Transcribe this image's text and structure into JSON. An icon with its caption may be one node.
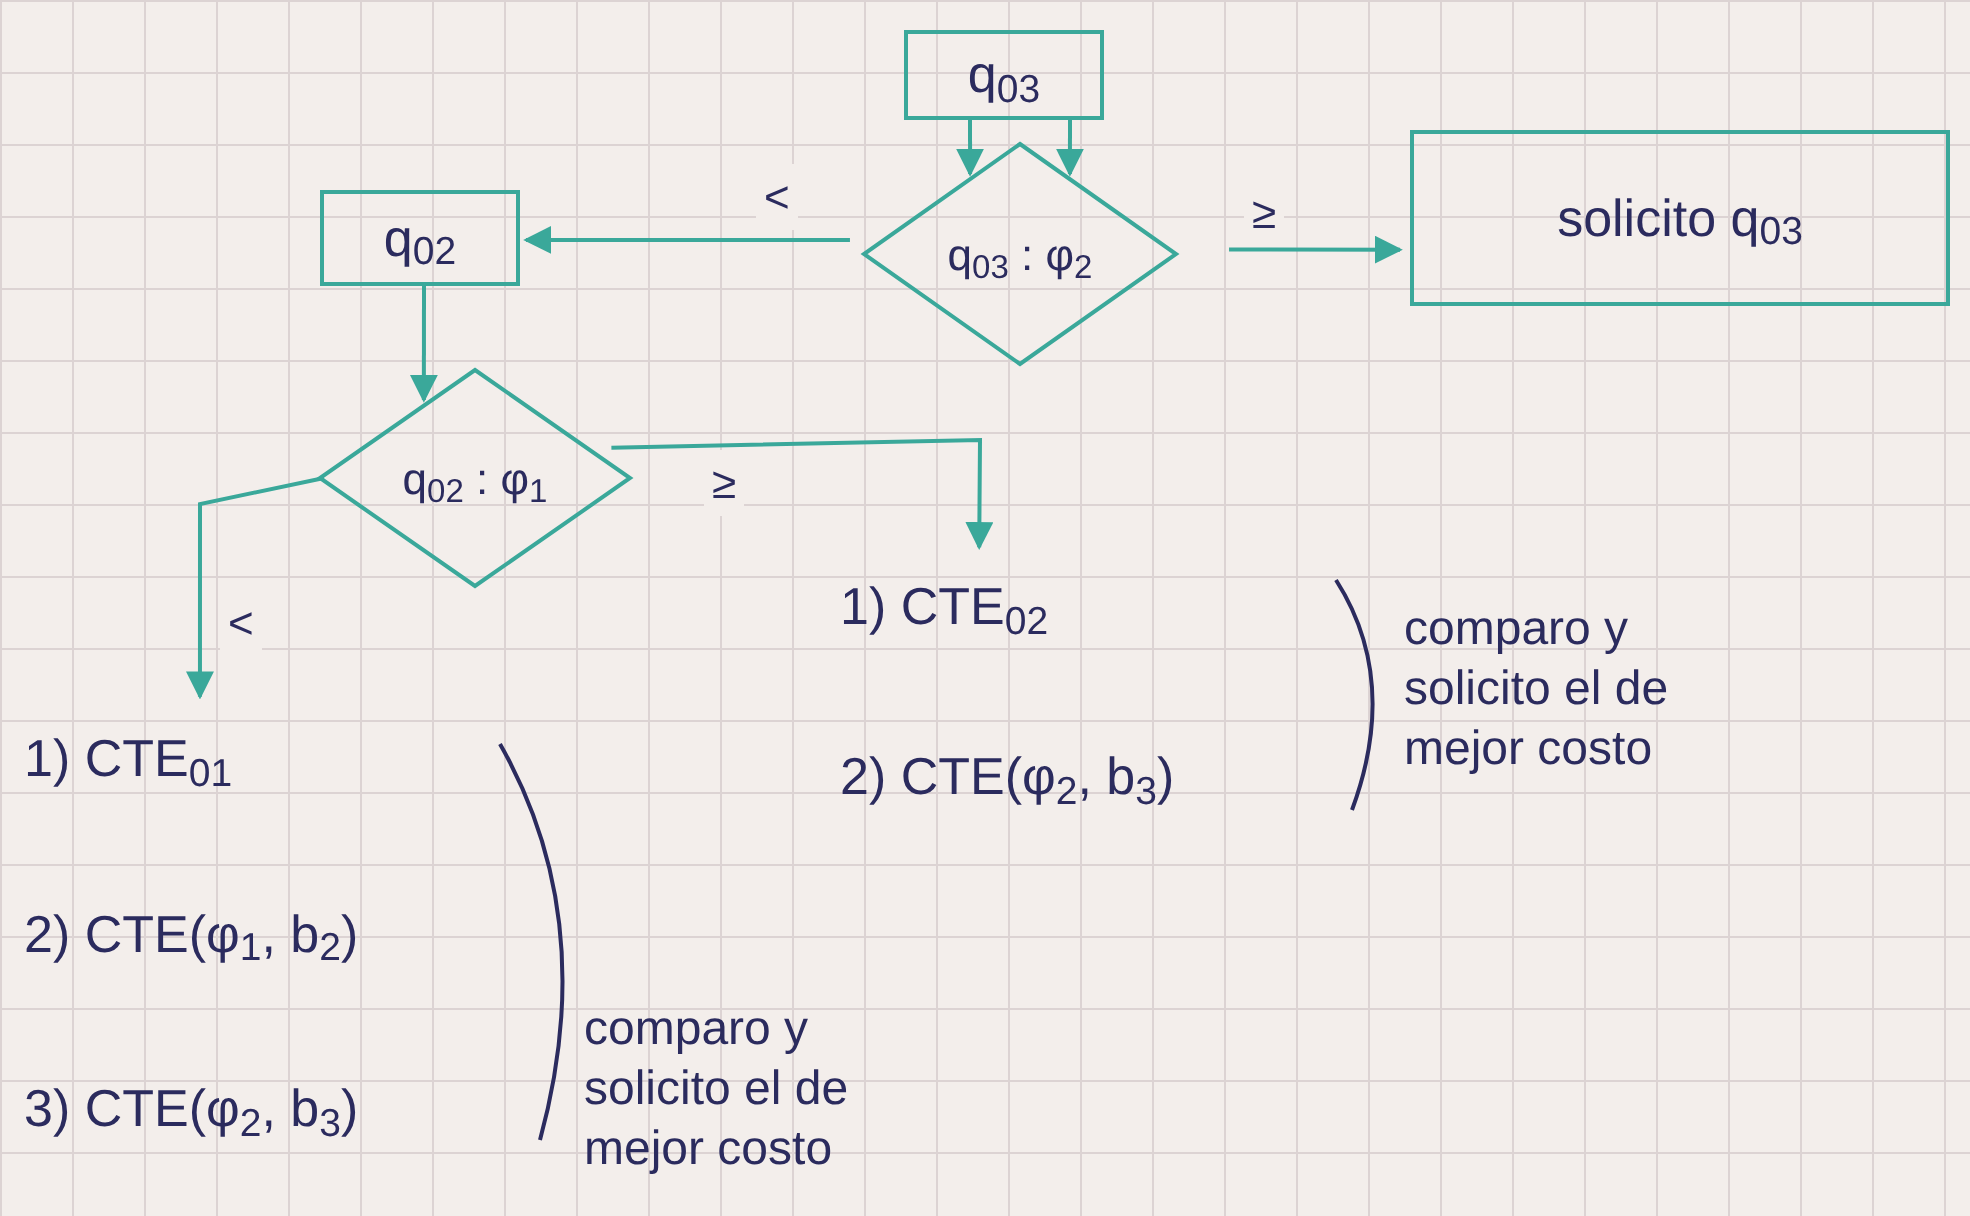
{
  "diagram": {
    "nodes": [
      {
        "text": [
          "q$_{03}$"
        ]
      },
      {
        "text": [
          "q$_{03}$ : φ$_{2}$"
        ]
      },
      {
        "text": [
          "q$_{02}$"
        ]
      },
      {
        "text": [
          "solicito q$_{03}$"
        ]
      },
      {
        "text": [
          "q$_{02}$ : φ$_{1}$"
        ]
      },
      {
        "text": [
          "1) CTE$_{01}$",
          "2) CTE(φ$_{1}$, b$_{2}$)",
          "3) CTE(φ$_{2}$, b$_{3}$)"
        ]
      },
      {
        "text": [
          "1) CTE$_{02}$",
          "2) CTE(φ$_{2}$, b$_{3}$)"
        ]
      }
    ],
    "edges": [
      {
        "from": 0,
        "to": 1,
        "arrow": "to"
      },
      {
        "from": 0,
        "to": 1,
        "arrow": "to"
      },
      {
        "from": 1,
        "to": 2,
        "label": "<",
        "arrow": "to"
      },
      {
        "from": 1,
        "to": 3,
        "label": "≥",
        "arrow": "to"
      },
      {
        "from": 2,
        "to": 4,
        "arrow": "to"
      },
      {
        "from": 4,
        "to": 5,
        "label": "<",
        "arrow": "to"
      },
      {
        "from": 4,
        "to": 6,
        "label": "≥",
        "arrow": "to"
      }
    ],
    "labels": [
      "comparo y solicito el de mejor costo",
      "comparo y solicito el de mejor costo"
    ]
  }
}
